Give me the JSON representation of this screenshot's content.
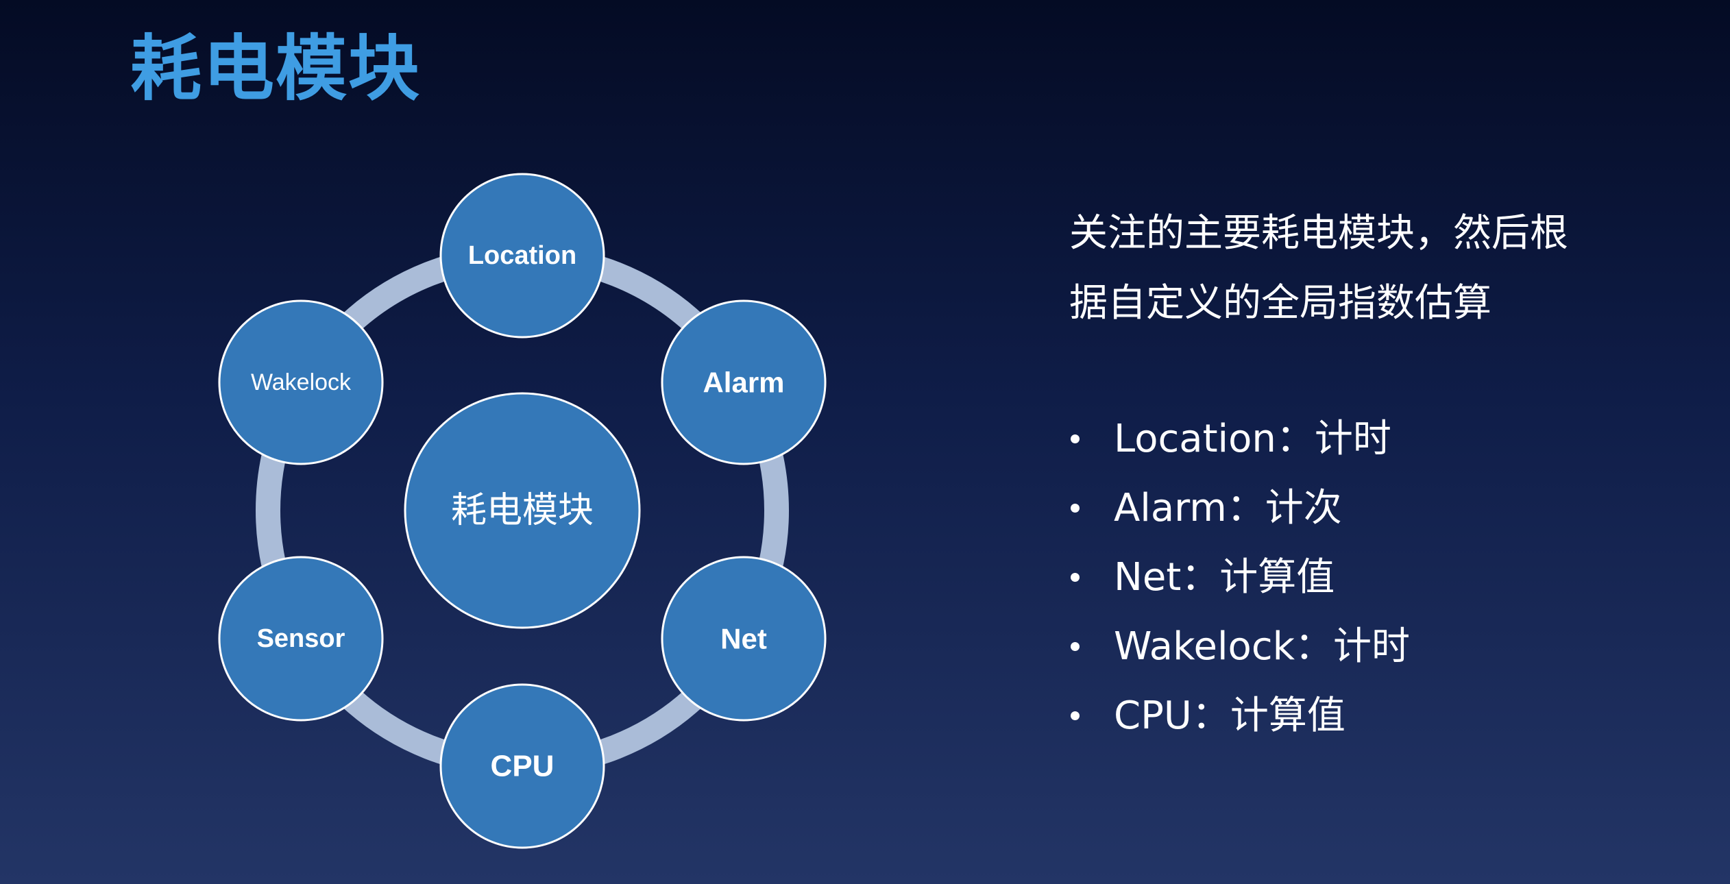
{
  "title": "耗电模块",
  "diagram": {
    "center": "耗电模块",
    "nodes": [
      {
        "label": "Location",
        "bold": true
      },
      {
        "label": "Alarm",
        "bold": true
      },
      {
        "label": "Net",
        "bold": true
      },
      {
        "label": "CPU",
        "bold": true
      },
      {
        "label": "Sensor",
        "bold": true
      },
      {
        "label": "Wakelock",
        "bold": false
      }
    ],
    "colors": {
      "node_fill": "#3478b8",
      "node_stroke": "#ffffff",
      "ring": "#aabcd8",
      "title": "#3f9de3"
    }
  },
  "description": {
    "line1": "关注的主要耗电模块，然后根",
    "line2": "据自定义的全局指数估算"
  },
  "bullets": [
    "Location：计时",
    "Alarm：计次",
    "Net：计算值",
    "Wakelock：计时",
    "CPU：计算值"
  ]
}
